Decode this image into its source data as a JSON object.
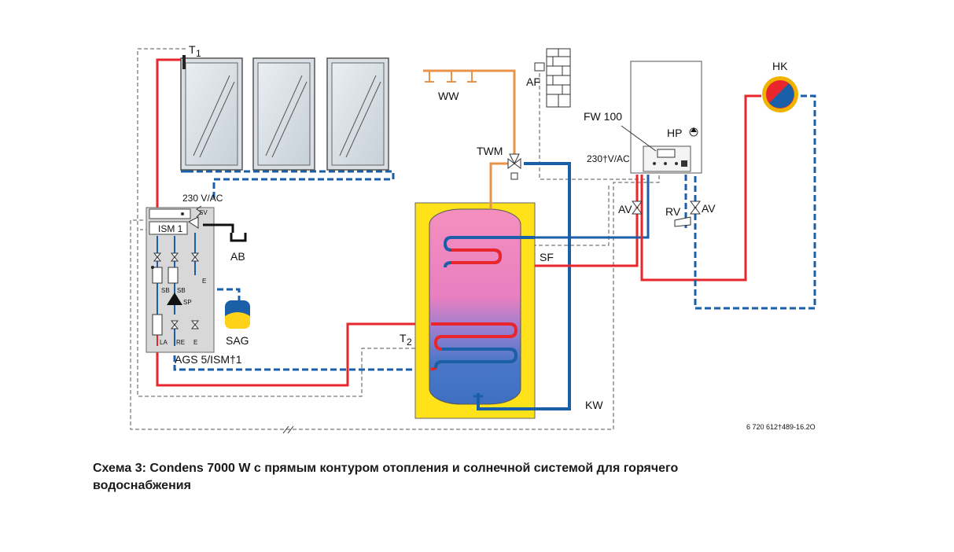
{
  "labels": {
    "t1_main": "T",
    "t1_sub": "1",
    "ww": "WW",
    "af": "AF",
    "fw100": "FW 100",
    "hp": "HP",
    "hk": "HK",
    "power_boiler": "230†V/AC",
    "twm": "TWM",
    "av_left": "AV",
    "rv": "RV",
    "av_right": "AV",
    "sf": "SF",
    "power_station": "230 V/AC",
    "sv": "SV",
    "ism1": "ISM 1",
    "ab": "AB",
    "e1": "E",
    "sb1": "SB",
    "sb2": "SB",
    "sp": "SP",
    "sag": "SAG",
    "la": "LA",
    "re": "RE",
    "e2": "E",
    "ags": "AGS 5/ISM†1",
    "t2_main": "T",
    "t2_sub": "2",
    "kw": "KW",
    "drawing_code": "6 720 612†489-16.2O"
  },
  "caption": {
    "line1": "Схема 3: Condens 7000 W с прямым контуром отопления и солнечной системой для горячего",
    "line2": "водоснабжения"
  },
  "colors": {
    "hot_pipe": "#e8262b",
    "cold_pipe": "#1b5fa8",
    "dhw_pipe": "#e8934a",
    "signal_line": "#555555",
    "tank_jacket": "#ffe21a",
    "tank_top": "#f58fbf",
    "tank_bottom": "#4a78c8"
  }
}
